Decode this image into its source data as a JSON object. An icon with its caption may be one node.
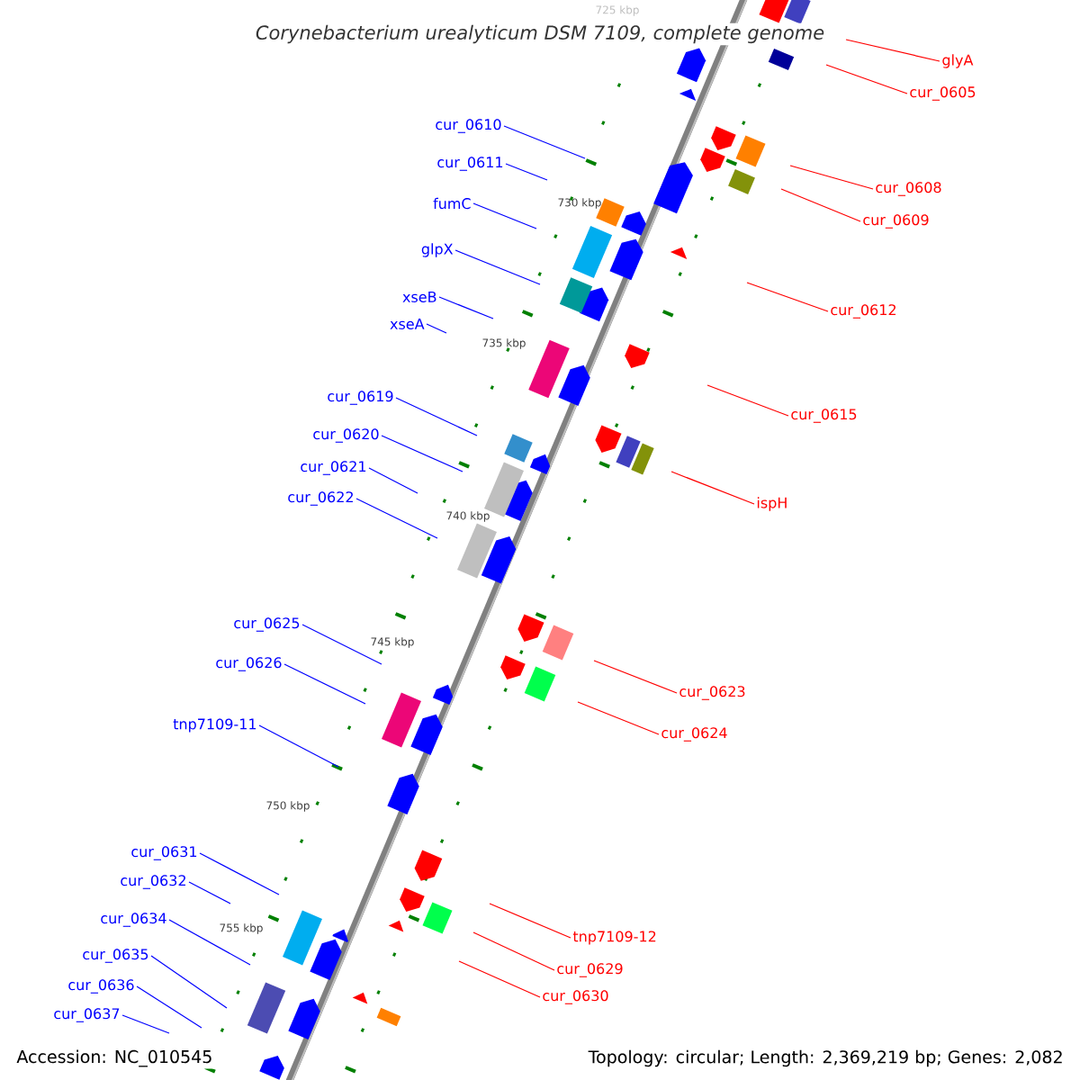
{
  "diagram": {
    "title": "Corynebacterium urealyticum DSM 7109, complete genome",
    "nodes": [
      {
        "text": [
          "glyA"
        ]
      },
      {
        "text": [
          "cur_0605"
        ]
      },
      {
        "text": [
          "cur_0610"
        ]
      },
      {
        "text": [
          "cur_0611"
        ]
      },
      {
        "text": [
          "cur_0608"
        ]
      },
      {
        "text": [
          "cur_0609"
        ]
      },
      {
        "text": [
          "fumC"
        ]
      },
      {
        "text": [
          "glpX"
        ]
      },
      {
        "text": [
          "cur_0612"
        ]
      },
      {
        "text": [
          "xseB"
        ]
      },
      {
        "text": [
          "xseA"
        ]
      },
      {
        "text": [
          "cur_0619"
        ]
      },
      {
        "text": [
          "cur_0615"
        ]
      },
      {
        "text": [
          "cur_0620"
        ]
      },
      {
        "text": [
          "cur_0621"
        ]
      },
      {
        "text": [
          "cur_0622"
        ]
      },
      {
        "text": [
          "ispH"
        ]
      },
      {
        "text": [
          "cur_0625"
        ]
      },
      {
        "text": [
          "cur_0626"
        ]
      },
      {
        "text": [
          "cur_0623"
        ]
      },
      {
        "text": [
          "tnp7109-11"
        ]
      },
      {
        "text": [
          "cur_0624"
        ]
      },
      {
        "text": [
          "cur_0631"
        ]
      },
      {
        "text": [
          "cur_0632"
        ]
      },
      {
        "text": [
          "cur_0634"
        ]
      },
      {
        "text": [
          "tnp7109-12"
        ]
      },
      {
        "text": [
          "cur_0635"
        ]
      },
      {
        "text": [
          "cur_0629"
        ]
      },
      {
        "text": [
          "cur_0636"
        ]
      },
      {
        "text": [
          "cur_0630"
        ]
      },
      {
        "text": [
          "cur_0637"
        ]
      }
    ],
    "edges": [
      {
        "from": 0,
        "to": null,
        "arrow": "none",
        "color": "#ff0000"
      },
      {
        "from": 1,
        "to": null,
        "arrow": "none",
        "color": "#ff0000"
      },
      {
        "from": 2,
        "to": null,
        "arrow": "none"
      },
      {
        "from": 3,
        "to": null,
        "arrow": "none"
      },
      {
        "from": 4,
        "to": null,
        "arrow": "none",
        "color": "#ff0000"
      },
      {
        "from": 5,
        "to": null,
        "arrow": "none",
        "color": "#ff0000"
      },
      {
        "from": 6,
        "to": null,
        "arrow": "none"
      },
      {
        "from": 7,
        "to": null,
        "arrow": "none"
      },
      {
        "from": 8,
        "to": null,
        "arrow": "none",
        "color": "#ff0000"
      },
      {
        "from": 9,
        "to": null,
        "arrow": "none"
      },
      {
        "from": 10,
        "to": null,
        "arrow": "none"
      },
      {
        "from": 11,
        "to": null,
        "arrow": "none"
      },
      {
        "from": 12,
        "to": null,
        "arrow": "none",
        "color": "#ff0000"
      },
      {
        "from": 13,
        "to": null,
        "arrow": "none"
      },
      {
        "from": 14,
        "to": null,
        "arrow": "none"
      },
      {
        "from": 15,
        "to": null,
        "arrow": "none"
      },
      {
        "from": 16,
        "to": null,
        "arrow": "none",
        "color": "#ff0000"
      },
      {
        "from": 17,
        "to": null,
        "arrow": "none"
      },
      {
        "from": 18,
        "to": null,
        "arrow": "none"
      },
      {
        "from": 19,
        "to": null,
        "arrow": "none",
        "color": "#ff0000"
      },
      {
        "from": 20,
        "to": null,
        "arrow": "none"
      },
      {
        "from": 21,
        "to": null,
        "arrow": "none",
        "color": "#ff0000"
      },
      {
        "from": 22,
        "to": null,
        "arrow": "none"
      },
      {
        "from": 23,
        "to": null,
        "arrow": "none"
      },
      {
        "from": 24,
        "to": null,
        "arrow": "none"
      },
      {
        "from": 25,
        "to": null,
        "arrow": "none",
        "color": "#ff0000"
      },
      {
        "from": 26,
        "to": null,
        "arrow": "none"
      },
      {
        "from": 27,
        "to": null,
        "arrow": "none",
        "color": "#ff0000"
      },
      {
        "from": 28,
        "to": null,
        "arrow": "none"
      },
      {
        "from": 29,
        "to": null,
        "arrow": "none",
        "color": "#ff0000"
      },
      {
        "from": 30,
        "to": null,
        "arrow": "none"
      }
    ],
    "labels": [
      "725 kbp",
      "730 kbp",
      "735 kbp",
      "740 kbp",
      "745 kbp",
      "750 kbp",
      "755 kbp",
      "Accession: NC_010545",
      "Topology: circular; Length: 2,369,219 bp; Genes: 2,082"
    ]
  }
}
